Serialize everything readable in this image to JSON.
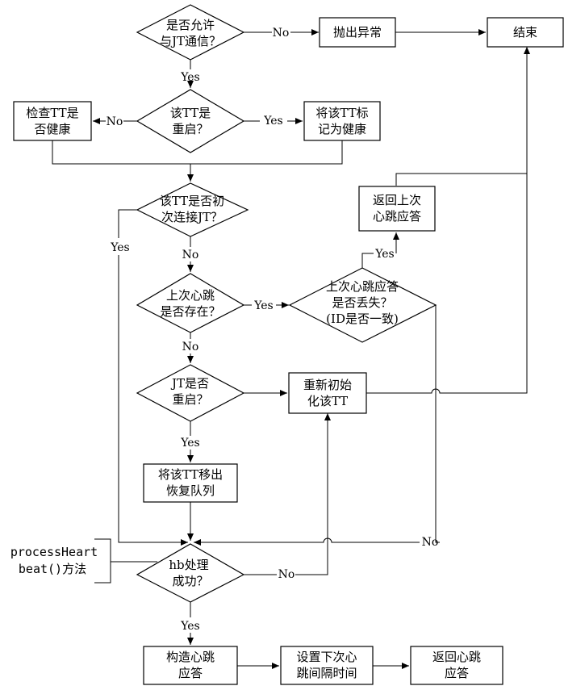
{
  "nodes": {
    "allow": [
      "是否允许",
      "与JT通信？"
    ],
    "throw": [
      "抛出异常"
    ],
    "end": [
      "结束"
    ],
    "check_tt": [
      "检查TT是",
      "否健康"
    ],
    "tt_restart": [
      "该TT是",
      "重启？"
    ],
    "mark_healthy": [
      "将该TT标",
      "记为健康"
    ],
    "first_connect": [
      "该TT是否初",
      "次连接JT？"
    ],
    "return_last": [
      "返回上次",
      "心跳应答"
    ],
    "last_exists": [
      "上次心跳",
      "是否存在？"
    ],
    "last_lost": [
      "上次心跳应答",
      "是否丢失？",
      "(ID是否一致)"
    ],
    "jt_restart": [
      "JT是否",
      "重启？"
    ],
    "reinit": [
      "重新初始",
      "化该TT"
    ],
    "move_out": [
      "将该TT移出",
      "恢复队列"
    ],
    "hb_ok": [
      "hb处理",
      "成功？"
    ],
    "build_resp": [
      "构造心跳",
      "应答"
    ],
    "set_next": [
      "设置下次心",
      "跳间隔时间"
    ],
    "return_resp": [
      "返回心跳",
      "应答"
    ]
  },
  "labels": {
    "no_allow": "No",
    "yes_allow": "Yes",
    "no_restart": "No",
    "yes_restart": "Yes",
    "yes_first": "Yes",
    "no_first": "No",
    "yes_lost": "Yes",
    "yes_exists": "Yes",
    "no_exists": "No",
    "yes_jt": "Yes",
    "no_lost": "No",
    "no_hb": "No",
    "yes_hb": "Yes"
  },
  "annotation": [
    "processHeart",
    "beat()方法"
  ]
}
